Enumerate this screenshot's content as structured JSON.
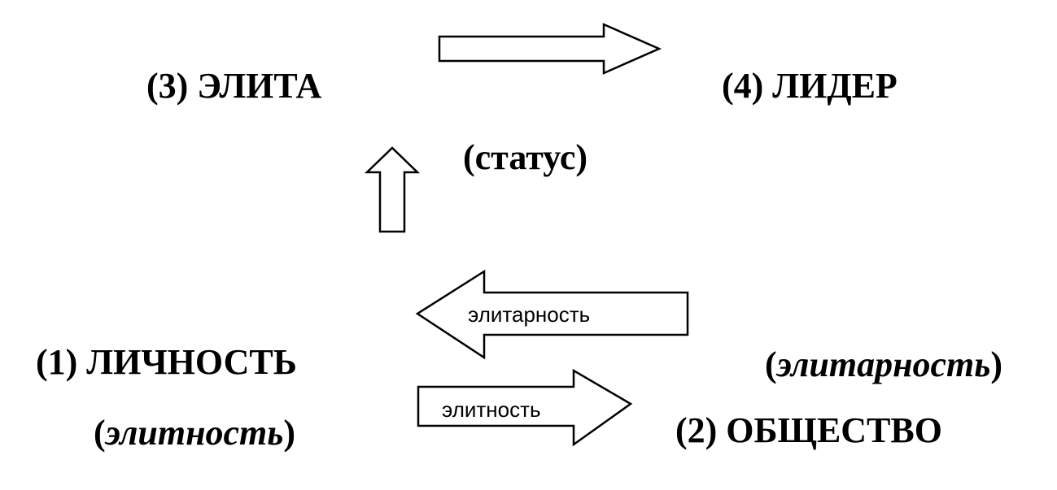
{
  "nodes": {
    "elite": "(3) ЭЛИТА",
    "leader": "(4) ЛИДЕР",
    "status": "(статус)",
    "personality": "(1) ЛИЧНОСТЬ",
    "elitnost_open": "(",
    "elitnost_word": "элитность",
    "elitnost_close": ")",
    "elitarnost_open": "(",
    "elitarnost_word": "элитарность",
    "elitarnost_close": ")",
    "society": "(2) ОБЩЕСТВО"
  },
  "arrows": {
    "left_label": "элитарность",
    "right_label": "элитность"
  }
}
